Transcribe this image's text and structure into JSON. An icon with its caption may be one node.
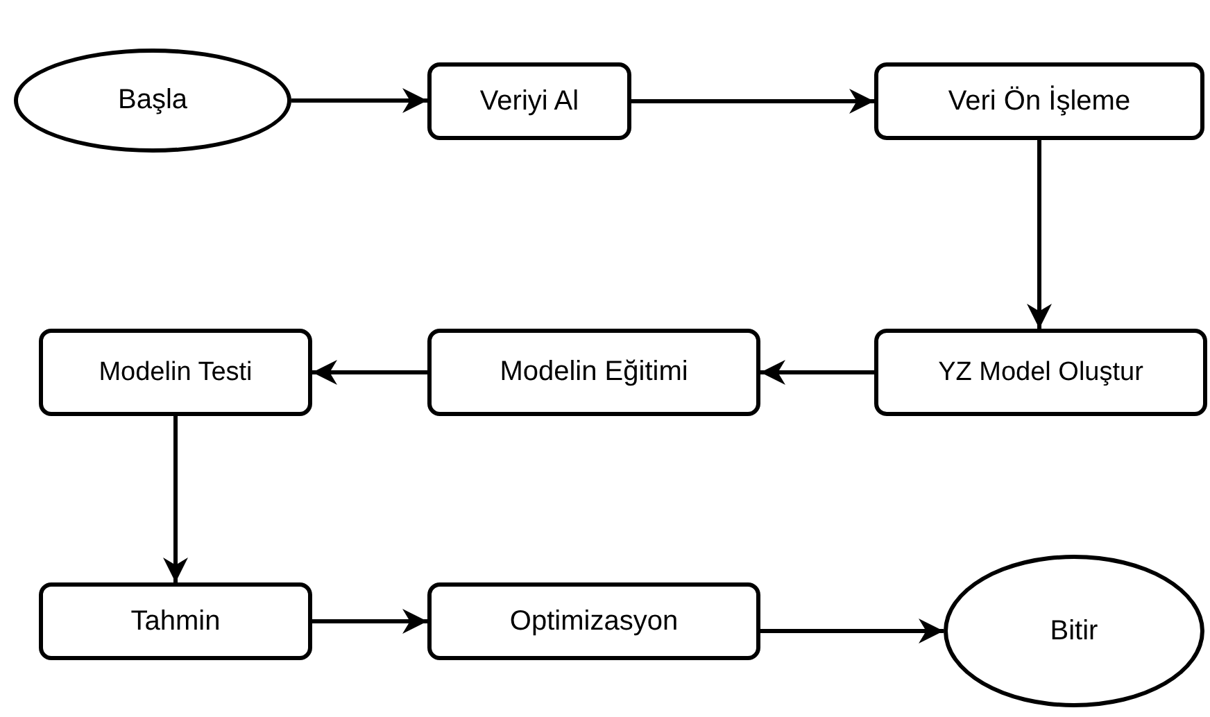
{
  "diagram": {
    "nodes": [
      {
        "text": [
          "Başla"
        ]
      },
      {
        "text": [
          "Veriyi Al"
        ]
      },
      {
        "text": [
          "Veri Ön İşleme"
        ]
      },
      {
        "text": [
          "YZ Model Oluştur"
        ]
      },
      {
        "text": [
          "Modelin Eğitimi"
        ]
      },
      {
        "text": [
          "Modelin Testi"
        ]
      },
      {
        "text": [
          "Tahmin"
        ]
      },
      {
        "text": [
          "Optimizasyon"
        ]
      },
      {
        "text": [
          "Bitir"
        ]
      }
    ],
    "edges": [
      {
        "from": 0,
        "to": 1,
        "arrow": "to"
      },
      {
        "from": 1,
        "to": 2,
        "arrow": "to"
      },
      {
        "from": 2,
        "to": 3,
        "arrow": "to"
      },
      {
        "from": 3,
        "to": 4,
        "arrow": "to"
      },
      {
        "from": 4,
        "to": 5,
        "arrow": "to"
      },
      {
        "from": 5,
        "to": 6,
        "arrow": "to"
      },
      {
        "from": 6,
        "to": 7,
        "arrow": "to"
      },
      {
        "from": 7,
        "to": 8,
        "arrow": "to"
      }
    ]
  }
}
